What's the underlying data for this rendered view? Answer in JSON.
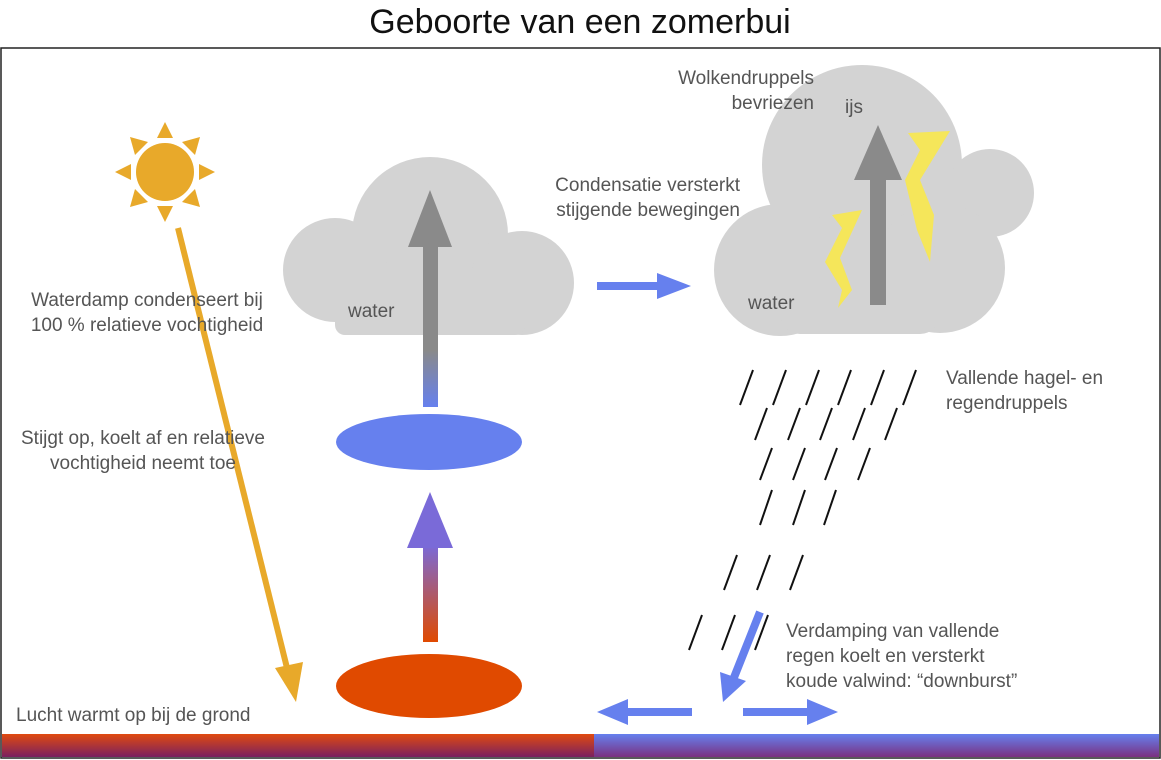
{
  "title": "Geboorte van een zomerbui",
  "labels": {
    "condense_1": "Waterdamp condenseert bij",
    "condense_2": "100 % relatieve vochtigheid",
    "rise_1": "Stijgt op, koelt af en relatieve",
    "rise_2": "vochtigheid neemt toe",
    "ground": "Lucht warmt op bij de grond",
    "water_left": "water",
    "water_right": "water",
    "ice": "ijs",
    "freeze_1": "Wolkendruppels",
    "freeze_2": "bevriezen",
    "cond_strength_1": "Condensatie versterkt",
    "cond_strength_2": "stijgende bewegingen",
    "falling_1": "Vallende hagel- en",
    "falling_2": "regendruppels",
    "evap_1": "Verdamping van vallende",
    "evap_2": "regen koelt en versterkt",
    "evap_3": "koude valwind: “downburst”"
  },
  "colors": {
    "sun": "#e8a92a",
    "warm": "#e04a00",
    "cool": "#6680ee",
    "cloud": "#d3d3d3",
    "arrow_gray": "#8a8a8a",
    "lightning": "#f5e65a"
  }
}
